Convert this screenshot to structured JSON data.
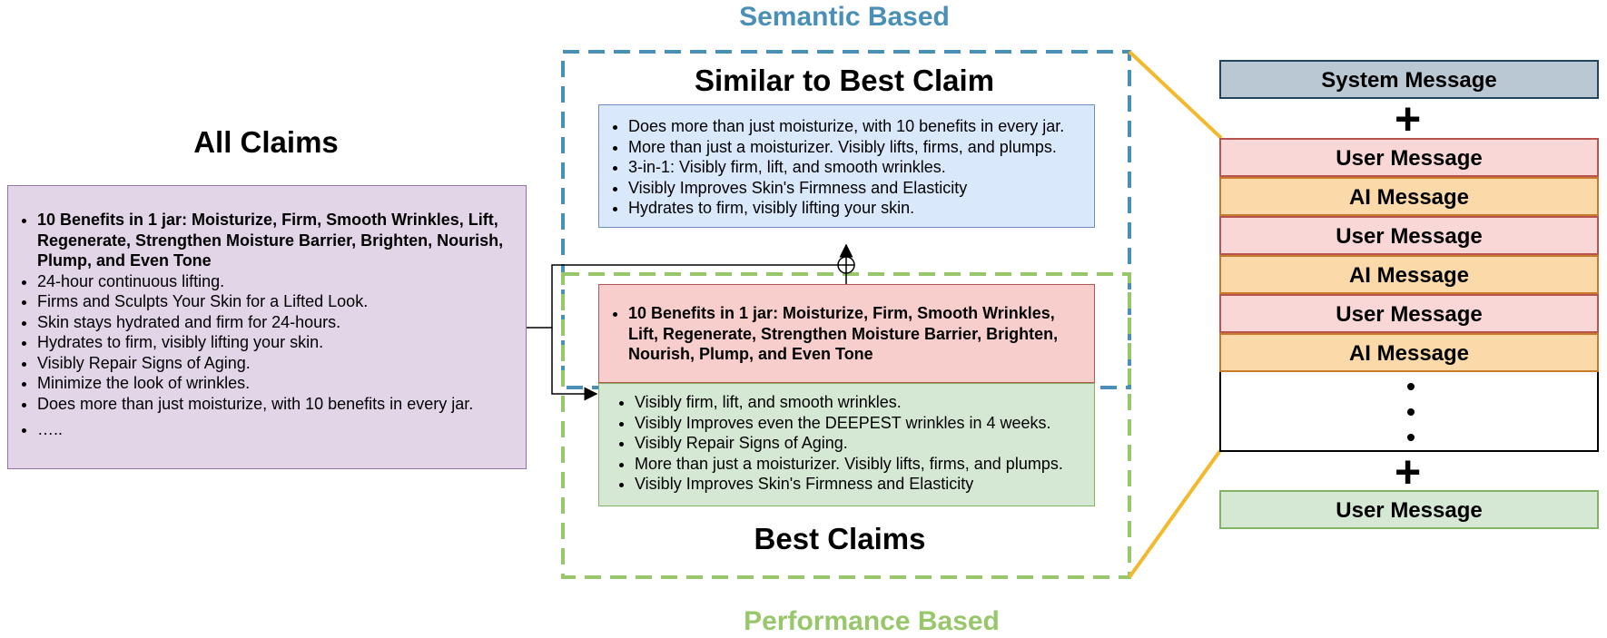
{
  "titles": {
    "semantic": "Semantic Based",
    "performance": "Performance Based",
    "all_claims": "All Claims",
    "similar": "Similar to Best Claim",
    "best": "Best Claims"
  },
  "colors": {
    "semantic_dash": "#4a8fb8",
    "performance_dash": "#98c76b",
    "all_claims_bg": "#e1d5e7",
    "similar_bg": "#dae8fc",
    "best_bg": "#f8cecc",
    "best_list_bg": "#d5e8d4",
    "connector": "#f2b92c"
  },
  "all_claims": [
    "10 Benefits in 1 jar: Moisturize, Firm, Smooth Wrinkles, Lift, Regenerate, Strengthen Moisture Barrier, Brighten, Nourish, Plump, and Even Tone",
    "24-hour continuous lifting.",
    "Firms and Sculpts Your Skin for a Lifted Look.",
    "Skin stays hydrated and firm for 24-hours.",
    "Hydrates to firm, visibly lifting your skin.",
    "Visibly Repair Signs of Aging.",
    "Minimize the look of wrinkles.",
    "Does more than just moisturize, with 10 benefits in every jar.",
    "….."
  ],
  "similar_claims": [
    "Does more than just moisturize, with 10 benefits in every jar.",
    "More than just a moisturizer. Visibly lifts, firms, and plumps.",
    "3-in-1: Visibly firm, lift, and smooth wrinkles.",
    "Visibly Improves Skin's Firmness and Elasticity",
    "Hydrates to firm, visibly lifting your skin."
  ],
  "best_claim": "10 Benefits in 1 jar: Moisturize, Firm, Smooth Wrinkles, Lift, Regenerate, Strengthen Moisture Barrier, Brighten, Nourish, Plump, and Even Tone",
  "best_claims": [
    "Visibly firm, lift, and smooth wrinkles.",
    "Visibly Improves even the DEEPEST wrinkles in 4 weeks.",
    "Visibly Repair Signs of Aging.",
    "More than just a moisturizer. Visibly lifts, firms, and plumps.",
    "Visibly Improves Skin's Firmness and Elasticity"
  ],
  "messages": {
    "system": "System Message",
    "user": "User Message",
    "ai": "AI Message",
    "plus": "+"
  }
}
